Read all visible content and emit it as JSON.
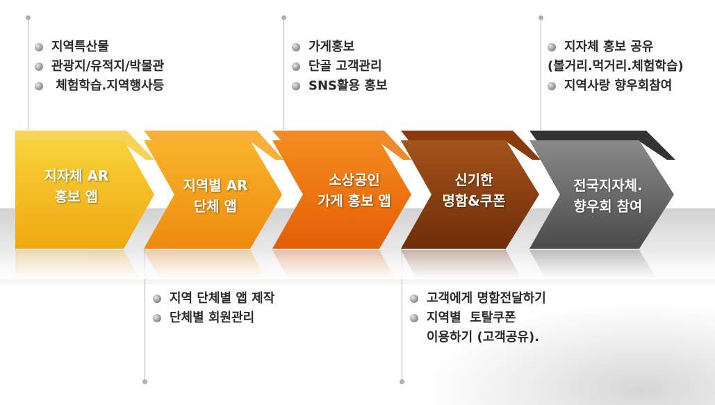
{
  "steps": [
    {
      "line1": "지자체 AR",
      "line2": "홍보 앱",
      "color": "#f4bc1c"
    },
    {
      "line1": "지역별 AR",
      "line2": "단체 앱",
      "color": "#f39a15"
    },
    {
      "line1": "소상공인",
      "line2": "가게 홍보 앱",
      "color": "#ec6f0b"
    },
    {
      "line1": "신기한",
      "line2": "명함&쿠폰",
      "color": "#8a3f10"
    },
    {
      "line1": "전국지자체.",
      "line2": "향우회 참여",
      "color": "#6a6a6a"
    }
  ],
  "notes_top": [
    {
      "items": [
        "지역특산물",
        "관광지/유적지/박물관",
        " 체험학습.지역행사등"
      ]
    },
    {
      "items": [
        "가게홍보",
        "단골 고객관리",
        "SNS활용 홍보"
      ]
    },
    {
      "items": [
        "지자체 홍보 공유",
        "(볼거리.먹거리.체험학습)",
        "지역사랑 향우회참여"
      ]
    }
  ],
  "notes_bottom": [
    {
      "items": [
        "지역 단체별 앱 제작",
        "단체별 회원관리"
      ]
    },
    {
      "items": [
        "고객에게 명함전달하기",
        "지역별  토탈쿠폰",
        "이용하기 (고객공유)."
      ]
    }
  ]
}
